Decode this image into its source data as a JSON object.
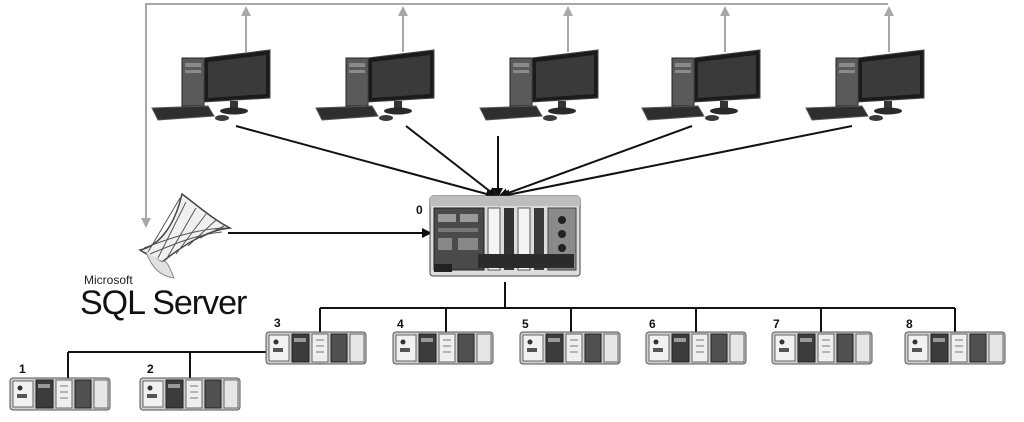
{
  "diagram": {
    "database": {
      "brand": "Microsoft",
      "product": "SQL Server",
      "icon": "sql-server-logo-icon"
    },
    "server_node": {
      "label": "0",
      "icon": "pxi-chassis-icon"
    },
    "workstations": [
      {
        "icon": "desktop-computer-icon"
      },
      {
        "icon": "desktop-computer-icon"
      },
      {
        "icon": "desktop-computer-icon"
      },
      {
        "icon": "desktop-computer-icon"
      },
      {
        "icon": "desktop-computer-icon"
      }
    ],
    "controllers": [
      {
        "label": "1"
      },
      {
        "label": "2"
      },
      {
        "label": "3"
      },
      {
        "label": "4"
      },
      {
        "label": "5"
      },
      {
        "label": "6"
      },
      {
        "label": "7"
      },
      {
        "label": "8"
      }
    ],
    "colors": {
      "network_line": "#111111",
      "feedback_line": "#a8a8a8",
      "device": "#555555"
    }
  }
}
